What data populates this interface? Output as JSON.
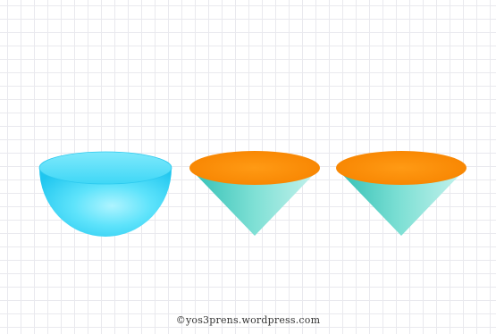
{
  "credit": {
    "text": "©yos3prens.wordpress.com"
  },
  "colors": {
    "hemisphere": "#33d6f7",
    "cone_top": "#ff8c00",
    "cone_side": "#5ed0c8",
    "grid": "#e9e9ee"
  },
  "shapes": [
    {
      "kind": "hemisphere"
    },
    {
      "kind": "cone"
    },
    {
      "kind": "cone"
    }
  ]
}
